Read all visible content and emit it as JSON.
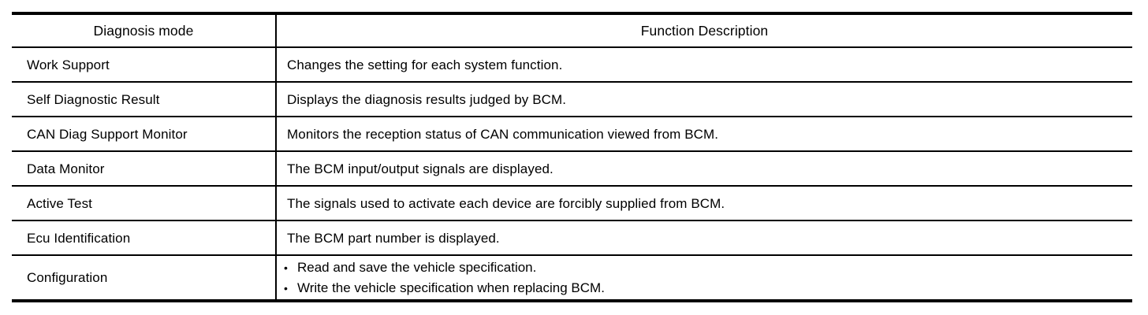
{
  "table": {
    "headers": {
      "col1": "Diagnosis mode",
      "col2": "Function Description"
    },
    "rows": [
      {
        "mode": "Work Support",
        "description": "Changes the setting for each system function."
      },
      {
        "mode": "Self Diagnostic Result",
        "description": "Displays the diagnosis results judged by BCM."
      },
      {
        "mode": "CAN Diag Support Monitor",
        "description": "Monitors the reception status of CAN communication viewed from BCM."
      },
      {
        "mode": "Data Monitor",
        "description": "The BCM input/output signals are displayed."
      },
      {
        "mode": "Active Test",
        "description": "The signals used to activate each device are forcibly supplied from BCM."
      },
      {
        "mode": "Ecu Identification",
        "description": "The BCM part number is displayed."
      },
      {
        "mode": "Configuration",
        "bullets": [
          "Read and save the vehicle specification.",
          "Write the vehicle specification when replacing BCM."
        ]
      }
    ],
    "bullet_char": "•",
    "colors": {
      "border": "#000000",
      "text": "#000000",
      "background": "#ffffff"
    }
  }
}
